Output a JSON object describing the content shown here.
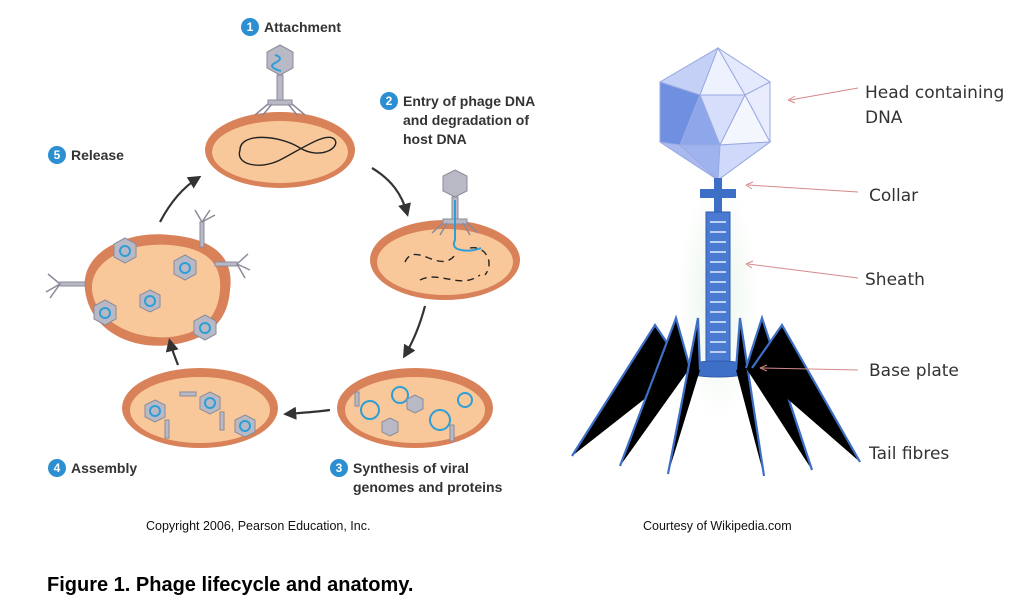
{
  "lifecycle": {
    "steps": [
      {
        "num": "1",
        "lines": [
          "Attachment"
        ]
      },
      {
        "num": "2",
        "lines": [
          "Entry of phage DNA",
          "and degradation of",
          "host DNA"
        ]
      },
      {
        "num": "3",
        "lines": [
          "Synthesis of viral",
          "genomes and proteins"
        ]
      },
      {
        "num": "4",
        "lines": [
          "Assembly"
        ]
      },
      {
        "num": "5",
        "lines": [
          "Release"
        ]
      }
    ],
    "credit": "Copyright 2006, Pearson Education, Inc."
  },
  "anatomy": {
    "labels": {
      "head_line1": "Head containing",
      "head_line2": "DNA",
      "collar": "Collar",
      "sheath": "Sheath",
      "base_plate": "Base plate",
      "tail_fibres": "Tail fibres"
    },
    "credit": "Courtesy of Wikipedia.com"
  },
  "caption": "Figure 1. Phage lifecycle and anatomy.",
  "colors": {
    "step_badge": "#2b8fd1",
    "cell_wall": "#d9825a",
    "cell_inner": "#f8c89a",
    "phage_dna": "#2e9ed6",
    "phage_blue": "#3d6fc6",
    "pointer": "#d58a8a"
  },
  "icons": [
    "step-number-badge",
    "cycle-arrow",
    "bacterial-cell",
    "bacteriophage"
  ]
}
